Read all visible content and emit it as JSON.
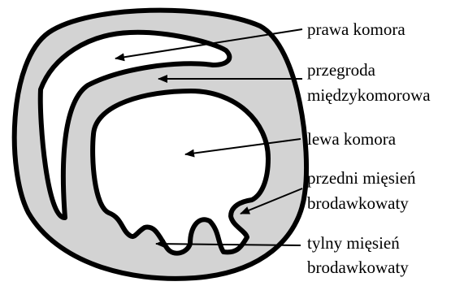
{
  "colors": {
    "wall": "#d3d3d3",
    "cavity": "#ffffff",
    "outline": "#000000",
    "background": "#ffffff"
  },
  "labels": {
    "right_ventricle": "prawa komora",
    "septum_line1": "przegroda",
    "septum_line2": "międzykomorowa",
    "left_ventricle": "lewa komora",
    "anterior_papillary_line1": "przedni mięsień",
    "anterior_papillary_line2": "brodawkowaty",
    "posterior_papillary_line1": "tylny mięsień",
    "posterior_papillary_line2": "brodawkowaty"
  }
}
